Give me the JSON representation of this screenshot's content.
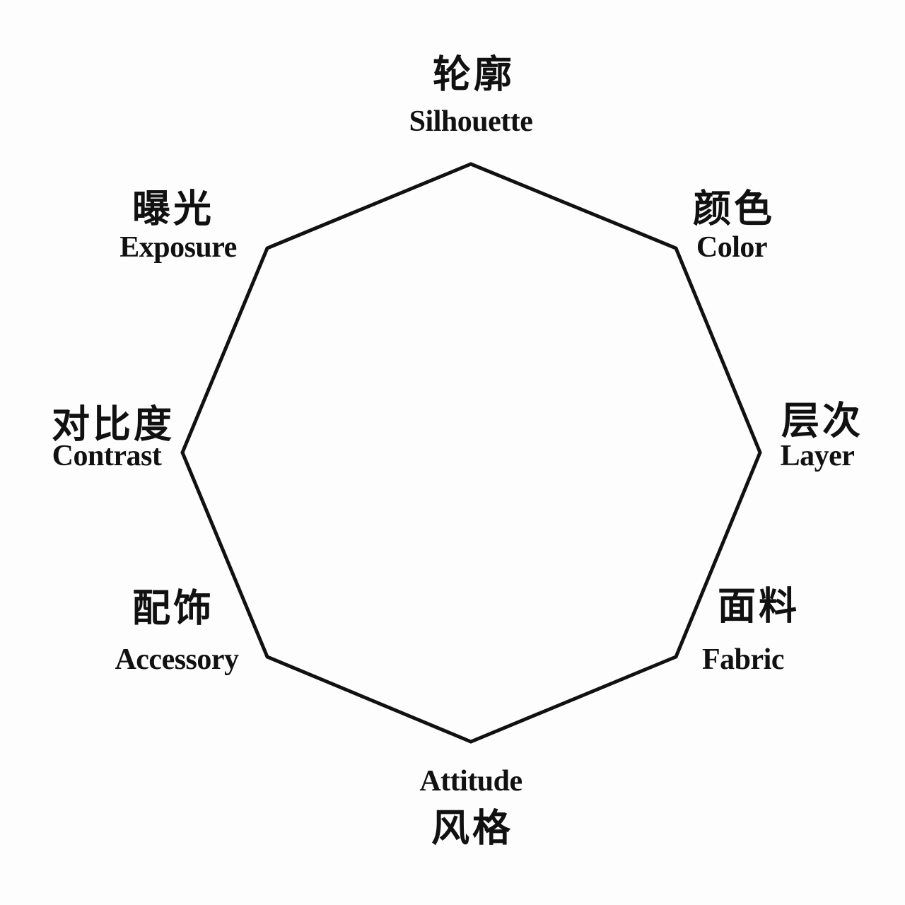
{
  "diagram": {
    "type": "octagon",
    "stroke_color": "#111111",
    "nodes": [
      {
        "zh": "轮廓",
        "en": "Silhouette"
      },
      {
        "zh": "颜色",
        "en": "Color"
      },
      {
        "zh": "层次",
        "en": "Layer"
      },
      {
        "zh": "面料",
        "en": "Fabric"
      },
      {
        "zh": "风格",
        "en": "Attitude"
      },
      {
        "zh": "配饰",
        "en": "Accessory"
      },
      {
        "zh": "对比度",
        "en": "Contrast"
      },
      {
        "zh": "曝光",
        "en": "Exposure"
      }
    ]
  }
}
